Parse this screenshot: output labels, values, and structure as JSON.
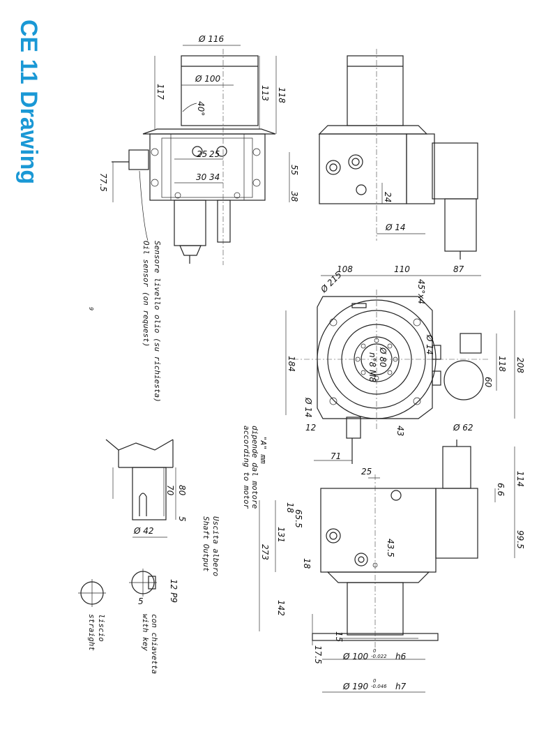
{
  "title": "CE 11 Drawing",
  "view1": {
    "dims": [
      "Ø 116",
      "Ø 100",
      "117",
      "113",
      "118",
      "40°",
      "25",
      "25",
      "30",
      "34",
      "77.5",
      "55",
      "38",
      "24",
      "Ø 14"
    ],
    "sensor_it": "Sensore livello olio (su richiesta)",
    "sensor_en": "Oil sensor (on request)",
    "stray": "9"
  },
  "view2": {
    "dims": [
      "108",
      "110",
      "87",
      "45°x4",
      "Ø 215",
      "Ø 14",
      "Ø 80",
      "n°8 M8",
      "184",
      "118",
      "208",
      "60",
      "Ø 14",
      "12",
      "43",
      "71",
      "Ø 62"
    ]
  },
  "view3": {
    "motor_note_1": "\"A\" mm",
    "motor_note_2": "dipende dal motore",
    "motor_note_3": "according to motor",
    "dims": [
      "25",
      "18",
      "65.5",
      "131",
      "273",
      "18",
      "43.5",
      "142",
      "15",
      "17.5",
      "114",
      "6.6",
      "99.5"
    ],
    "h6": "Ø 100",
    "h6_tol_upper": "0",
    "h6_tol_lower": "-0.022",
    "h6_fit": "h6",
    "h7": "Ø 190",
    "h7_tol_upper": "0",
    "h7_tol_lower": "-0.046",
    "h7_fit": "h7"
  },
  "shaft": {
    "dims": [
      "80",
      "70",
      "5",
      "Ø 42"
    ],
    "label_it": "Uscita albero",
    "label_en": "Shaft Output",
    "key_dims": [
      "12 P9",
      "5"
    ],
    "key_it": "con chiavetta",
    "key_en": "with key",
    "plain_it": "liscio",
    "plain_en": "straight"
  }
}
